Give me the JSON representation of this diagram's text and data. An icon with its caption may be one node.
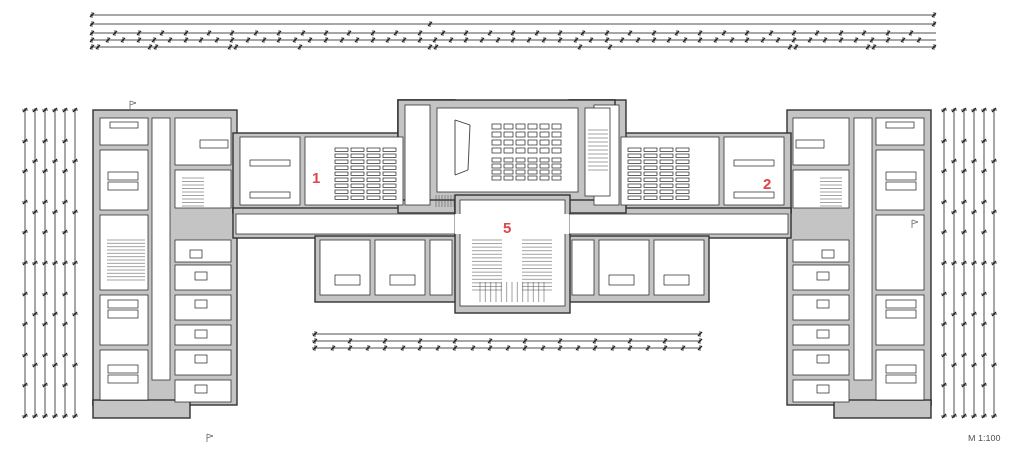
{
  "diagram": {
    "labels": [
      "1",
      "2",
      "5",
      "M 1:100"
    ]
  }
}
